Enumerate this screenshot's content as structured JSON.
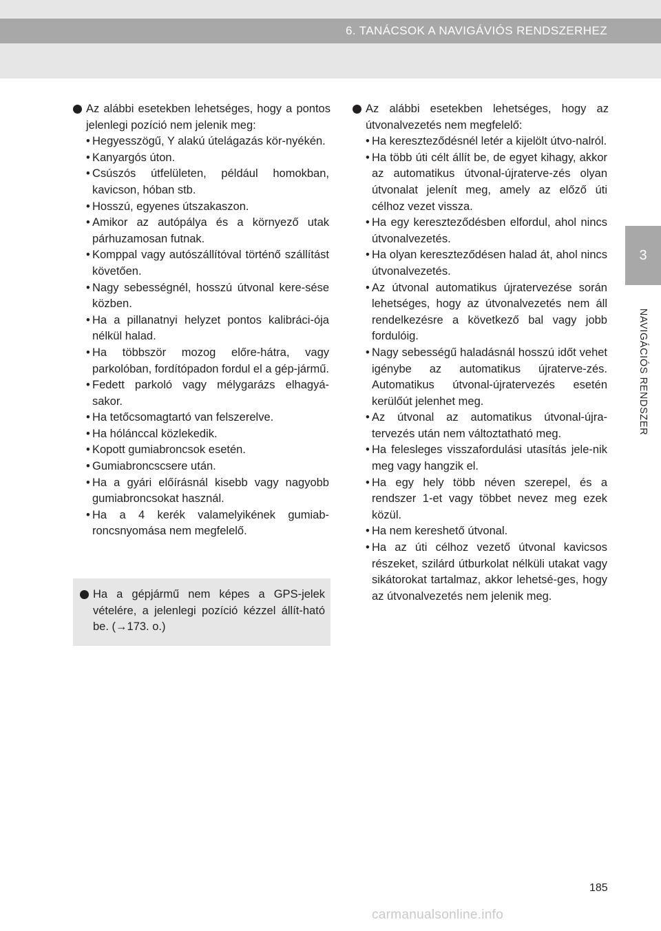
{
  "header": {
    "title": "6. TANÁCSOK A NAVIGÁVIÓS RENDSZERHEZ"
  },
  "side_tab": {
    "number": "3",
    "label": "NAVIGÁCIÓS RENDSZER"
  },
  "left_column": {
    "intro": "Az alábbi esetekben lehetséges, hogy a pontos jelenlegi pozíció nem jelenik meg:",
    "items": [
      "Hegyesszögű, Y alakú útelágazás kör-nyékén.",
      "Kanyargós úton.",
      "Csúszós útfelületen, például homokban, kavicson, hóban stb.",
      "Hosszú, egyenes útszakaszon.",
      "Amikor az autópálya és a környező utak párhuzamosan futnak.",
      "Komppal vagy autószállítóval történő szállítást követően.",
      "Nagy sebességnél, hosszú útvonal kere-sése közben.",
      "Ha a pillanatnyi helyzet pontos kalibráci-ója nélkül halad.",
      "Ha többször mozog előre-hátra, vagy parkolóban, fordítópadon fordul el a gép-jármű.",
      "Fedett parkoló vagy mélygarázs elhagyá-sakor.",
      "Ha tetőcsomagtartó van felszerelve.",
      "Ha hólánccal közlekedik.",
      "Kopott gumiabroncsok esetén.",
      "Gumiabroncscsere után.",
      "Ha a gyári előírásnál kisebb vagy nagyobb gumiabroncsokat használ.",
      "Ha a 4 kerék valamelyikének gumiab-roncsnyomása nem megfelelő."
    ]
  },
  "note": {
    "text": "Ha a gépjármű nem képes a GPS-jelek vételére, a jelenlegi pozíció kézzel állít-ható be. (→173. o.)"
  },
  "right_column": {
    "intro": "Az alábbi esetekben lehetséges, hogy az útvonalvezetés nem megfelelő:",
    "items": [
      "Ha kereszteződésnél letér a kijelölt útvo-nalról.",
      "Ha több úti célt állít be, de egyet kihagy, akkor az automatikus útvonal-újraterve-zés olyan útvonalat jelenít meg, amely az előző úti célhoz vezet vissza.",
      "Ha egy kereszteződésben elfordul, ahol nincs útvonalvezetés.",
      "Ha olyan kereszteződésen halad át, ahol nincs útvonalvezetés.",
      "Az útvonal automatikus újratervezése során lehetséges, hogy az útvonalvezetés nem áll rendelkezésre a következő bal vagy jobb fordulóig.",
      "Nagy sebességű haladásnál hosszú időt vehet igénybe az automatikus újraterve-zés. Automatikus útvonal-újratervezés esetén kerülőút jelenhet meg.",
      "Az útvonal az automatikus útvonal-újra-tervezés után nem változtatható meg.",
      "Ha felesleges visszafordulási utasítás jele-nik meg vagy hangzik el.",
      "Ha egy hely több néven szerepel, és a rendszer 1-et vagy többet nevez meg ezek közül.",
      "Ha nem kereshető útvonal.",
      "Ha az úti célhoz vezető útvonal kavicsos részeket, szilárd útburkolat nélküli utakat vagy sikátorokat tartalmaz, akkor lehetsé-ges, hogy az útvonalvezetés nem jelenik meg."
    ]
  },
  "item_marker": "•",
  "page_number": "185",
  "watermark": "carmanualsonline.info"
}
